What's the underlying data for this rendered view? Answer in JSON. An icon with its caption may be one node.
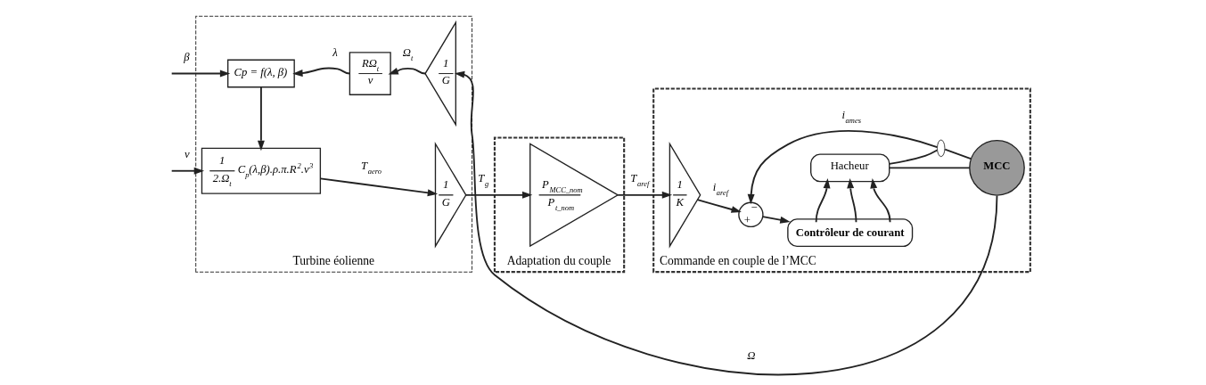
{
  "diagram": {
    "nodes": [
      {
        "text": [
          "Turbine éolienne"
        ]
      },
      {
        "text": [
          "Cp = f(λ, β)"
        ],
        "in": 0
      },
      {
        "text": [
          "RΩ$_{t}$",
          "v"
        ],
        "in": 0
      },
      {
        "text": [
          "1",
          "G"
        ],
        "in": 0
      },
      {
        "text": [
          "1",
          "2.Ω$_{t}$",
          "C$_{p}$(λ,β).ρ.π.R$^{2}$.v$^{3}$"
        ],
        "in": 0
      },
      {
        "text": [
          "1",
          "G"
        ],
        "in": 0
      },
      {
        "text": [
          "Adaptation du couple"
        ]
      },
      {
        "text": [
          "P$_{MCC_nom}$",
          "P$_{t_nom}$"
        ],
        "in": 6
      },
      {
        "text": [
          "Commande en couple de l’MCC"
        ]
      },
      {
        "text": [
          "1",
          "K"
        ],
        "in": 8
      },
      {
        "text": [
          "−",
          "+"
        ],
        "in": 8
      },
      {
        "text": [
          "Hacheur"
        ],
        "in": 8
      },
      {
        "text": [
          "Contrôleur de courant"
        ],
        "in": 8
      },
      {
        "text": [
          "MCC"
        ],
        "in": 8
      },
      {
        "text": [],
        "shape": "circle",
        "in": 8
      }
    ],
    "edges": [
      {
        "from": null,
        "to": 1,
        "arrow": "to",
        "label": "β"
      },
      {
        "from": null,
        "to": 4,
        "arrow": "to",
        "label": "v"
      },
      {
        "from": 13,
        "to": 3,
        "arrow": "to",
        "label": "Ω"
      },
      {
        "from": 3,
        "to": 2,
        "arrow": "to",
        "label": "Ω$_{t}$"
      },
      {
        "from": 2,
        "to": 1,
        "arrow": "to",
        "label": "λ"
      },
      {
        "from": 1,
        "to": 4,
        "arrow": "to"
      },
      {
        "from": 4,
        "to": 5,
        "arrow": "to",
        "label": "T$_{aero}$"
      },
      {
        "from": 5,
        "to": 7,
        "arrow": "to",
        "label": "T$_{g}$"
      },
      {
        "from": 7,
        "to": 9,
        "arrow": "to",
        "label": "T$_{aref}$"
      },
      {
        "from": 9,
        "to": 10,
        "arrow": "to",
        "label": "i$_{aref}$"
      },
      {
        "from": 14,
        "to": 10,
        "arrow": "to",
        "label": "i$_{ames}$"
      },
      {
        "from": 10,
        "to": 12,
        "arrow": "to"
      },
      {
        "from": 12,
        "to": 11,
        "arrow": "to"
      },
      {
        "from": 12,
        "to": 11,
        "arrow": "to"
      },
      {
        "from": 12,
        "to": 11,
        "arrow": "to"
      },
      {
        "from": 11,
        "to": 14,
        "arrow": "none"
      },
      {
        "from": 14,
        "to": 13,
        "arrow": "none"
      },
      {
        "from": 11,
        "to": 13,
        "arrow": "none"
      }
    ]
  }
}
